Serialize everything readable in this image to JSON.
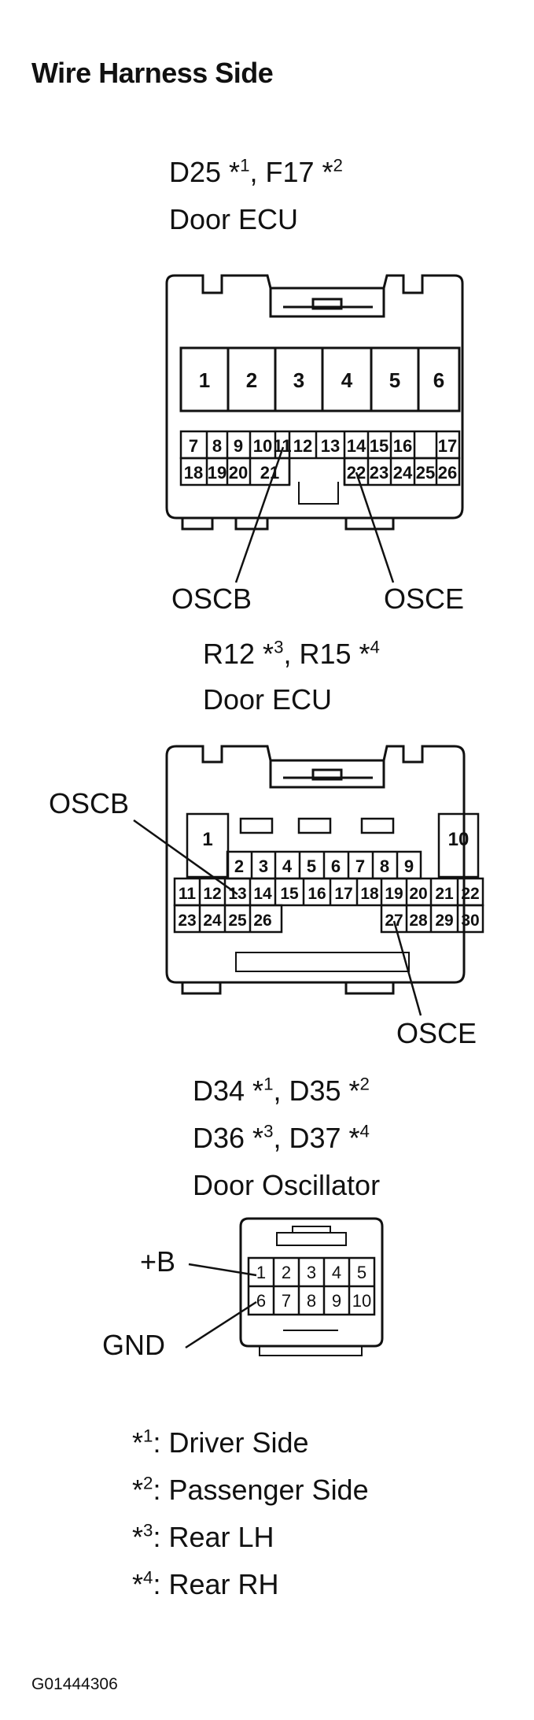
{
  "heading": "Wire Harness Side",
  "connector1": {
    "label_line1": "D25 *1, F17 *2",
    "label_line2": "Door ECU",
    "label_parts": [
      "D25 *",
      "1",
      ", F17 *",
      "2"
    ],
    "large_pins": [
      "1",
      "2",
      "3",
      "4",
      "5",
      "6"
    ],
    "row1_pins": [
      "7",
      "8",
      "9",
      "10",
      "11",
      "12",
      "13",
      "14",
      "15",
      "16",
      "17"
    ],
    "row2_pins": [
      "18",
      "19",
      "20",
      "21",
      "22",
      "23",
      "24",
      "25",
      "26"
    ],
    "callouts": {
      "left": "OSCB",
      "right": "OSCE"
    }
  },
  "connector2": {
    "label_line1": "R12 *3, R15 *4",
    "label_line2": "Door ECU",
    "label_parts": [
      "R12 *",
      "3",
      ", R15 *",
      "4"
    ],
    "large_left": "1",
    "large_right": "10",
    "row1_pins": [
      "2",
      "3",
      "4",
      "5",
      "6",
      "7",
      "8",
      "9"
    ],
    "row2_pins": [
      "11",
      "12",
      "13",
      "14",
      "15",
      "16",
      "17",
      "18",
      "19",
      "20",
      "21",
      "22"
    ],
    "row3_pins": [
      "23",
      "24",
      "25",
      "26",
      "27",
      "28",
      "29",
      "30"
    ],
    "callouts": {
      "left": "OSCB",
      "right": "OSCE"
    }
  },
  "connector3": {
    "label_line1": "D34 *1, D35 *2",
    "label_line2": "D36 *3, D37 *4",
    "label_line3": "Door Oscillator",
    "label1_parts": [
      "D34 *",
      "1",
      ", D35 *",
      "2"
    ],
    "label2_parts": [
      "D36 *",
      "3",
      ", D37 *",
      "4"
    ],
    "row1_pins": [
      "1",
      "2",
      "3",
      "4",
      "5"
    ],
    "row2_pins": [
      "6",
      "7",
      "8",
      "9",
      "10"
    ],
    "callouts": {
      "top": "+B",
      "bottom": "GND"
    }
  },
  "legend": [
    {
      "mark": "*",
      "num": "1",
      "text": ": Driver Side"
    },
    {
      "mark": "*",
      "num": "2",
      "text": ": Passenger Side"
    },
    {
      "mark": "*",
      "num": "3",
      "text": ": Rear LH"
    },
    {
      "mark": "*",
      "num": "4",
      "text": ": Rear RH"
    }
  ],
  "figure_code": "G01444306"
}
